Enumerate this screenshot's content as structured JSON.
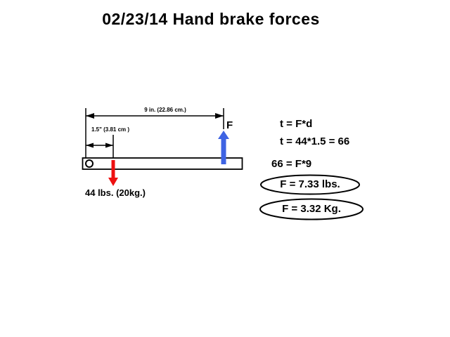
{
  "title": "02/23/14 Hand brake forces",
  "diagram": {
    "dim_9in_label": "9 in. (22.86 cm.)",
    "dim_1_5in_label": "1.5\" (3.81 cm )",
    "force_f_label": "F",
    "weight_label": "44 lbs. (20kg.)"
  },
  "equations": {
    "eq1": "t = F*d",
    "eq2": "t = 44*1.5 = 66",
    "eq3": "66 = F*9",
    "result_lbs": "F = 7.33 lbs.",
    "result_kg": "F = 3.32 Kg."
  },
  "colors": {
    "up_arrow_blue": "#3E63E3",
    "down_arrow_red": "#EE1111",
    "line_black": "#000000"
  }
}
